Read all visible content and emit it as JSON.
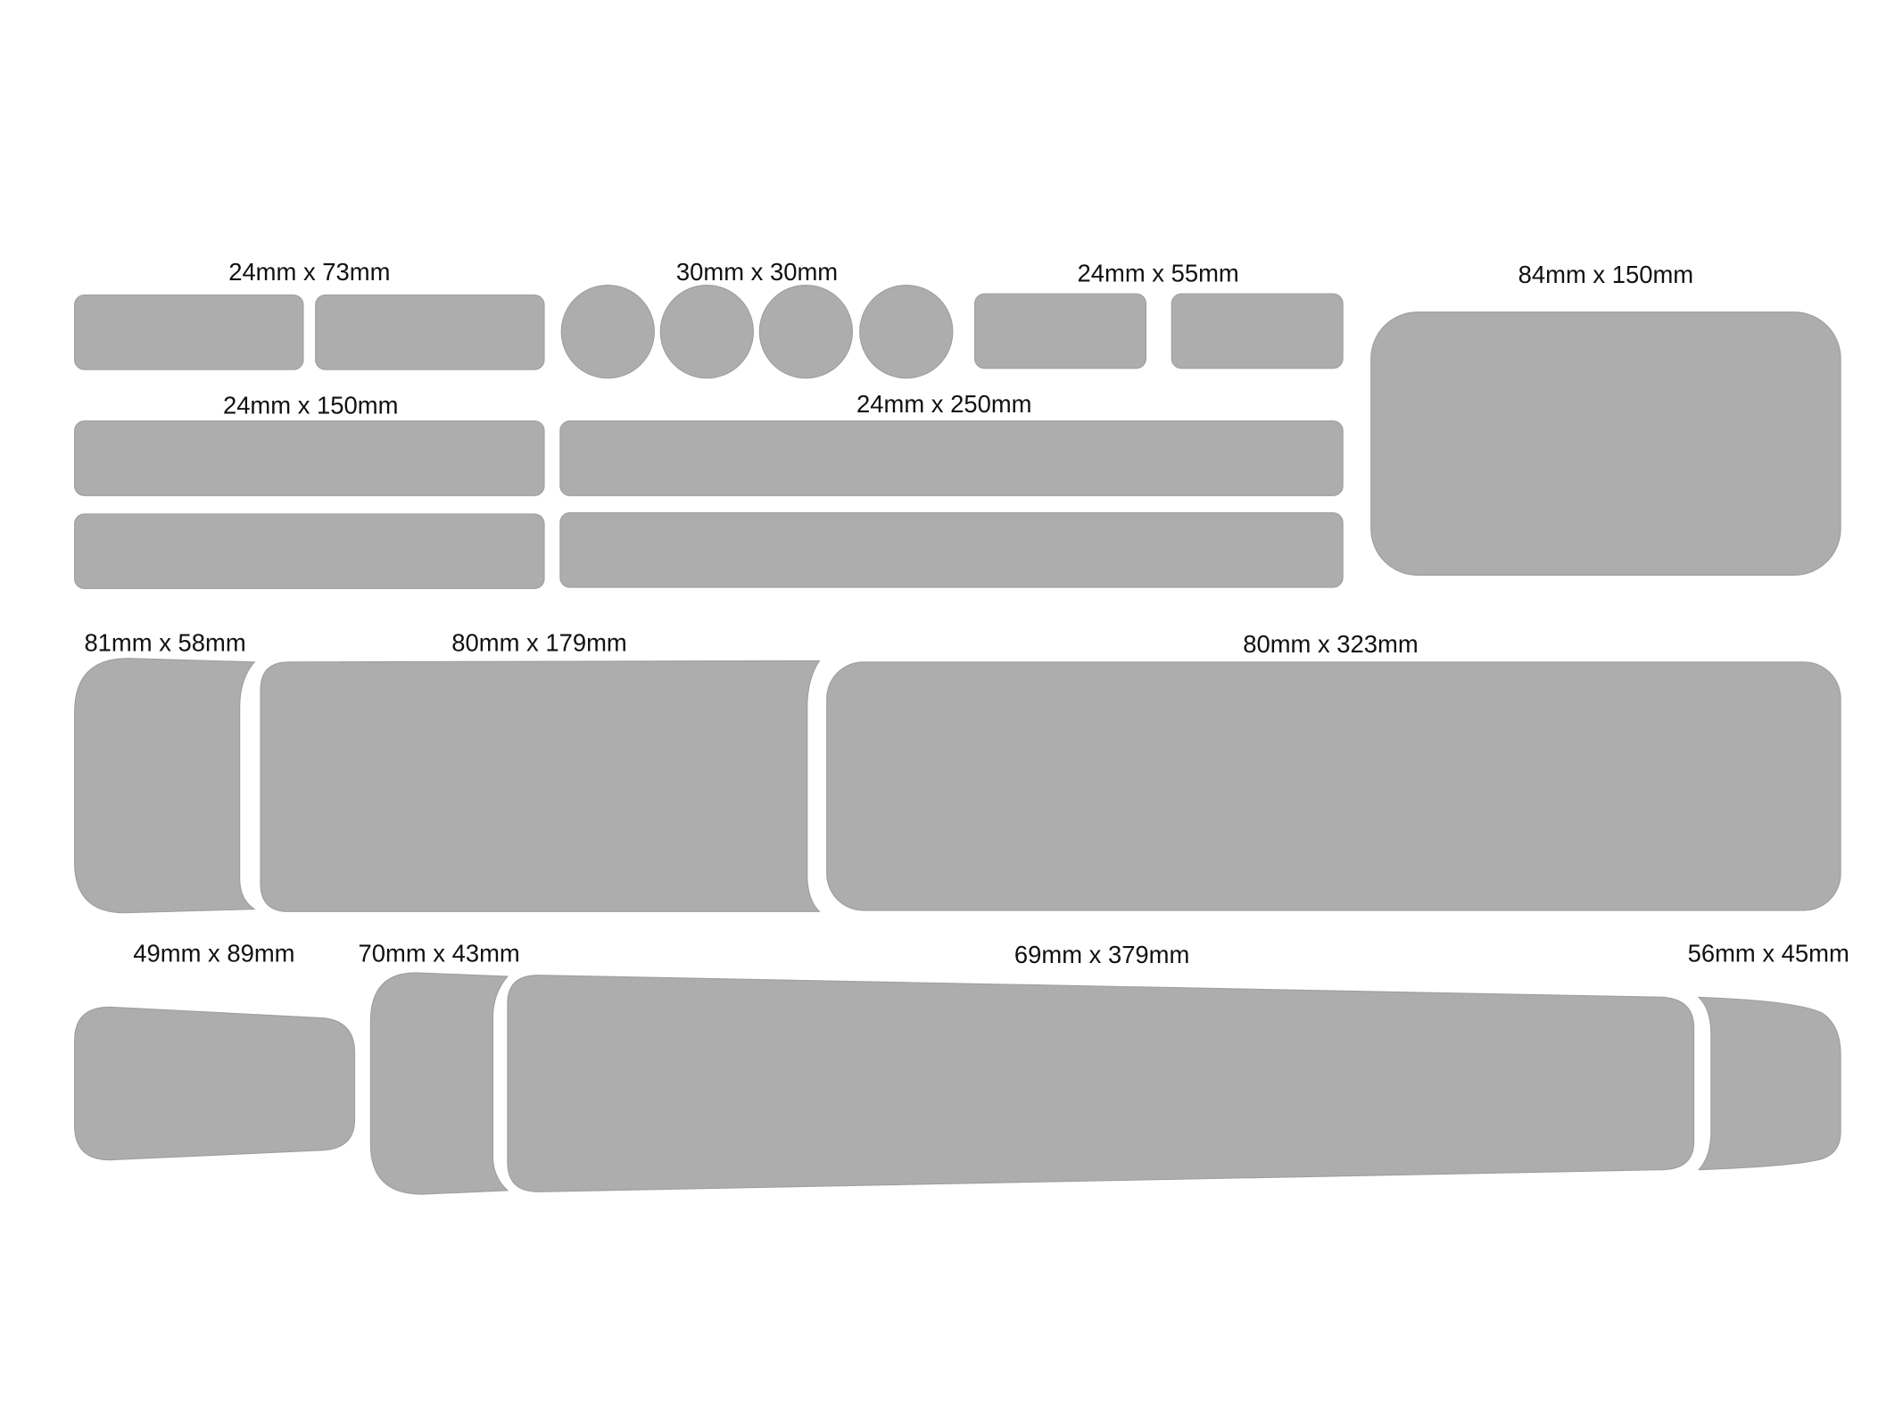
{
  "colors": {
    "piece_fill": "#adadad",
    "background": "#ffffff",
    "label": "#111111"
  },
  "labels": {
    "r1_small_rect": "24mm x 73mm",
    "r1_circle": "30mm x 30mm",
    "r1_short_rect": "24mm x 55mm",
    "r1_large_panel": "84mm x 150mm",
    "r2_strip_150": "24mm x 150mm",
    "r2_strip_250": "24mm x 250mm",
    "r3_piece_a": "81mm x 58mm",
    "r3_piece_b": "80mm x 179mm",
    "r3_piece_c": "80mm x 323mm",
    "r4_piece_a": "49mm x 89mm",
    "r4_piece_b": "70mm x 43mm",
    "r4_piece_c": "69mm x 379mm",
    "r4_piece_d": "56mm x 45mm"
  }
}
